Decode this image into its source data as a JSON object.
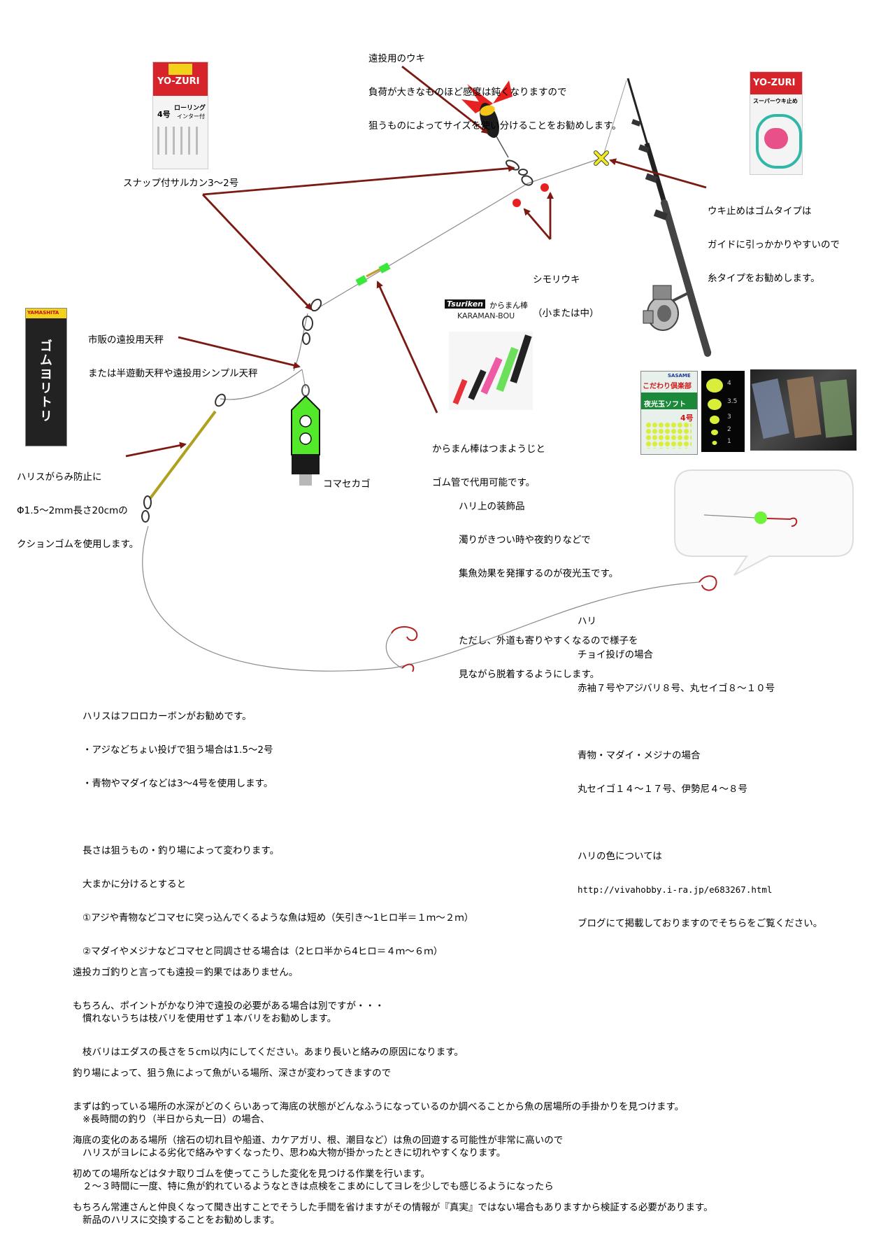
{
  "float_note": {
    "lines": [
      "遠投用のウキ",
      "負荷が大きなものほど感度は鈍くなりますので",
      "狙うものによってサイズを使い分けることをお勧めします。"
    ]
  },
  "snap_swivel": {
    "label": "スナップ付サルカン3～2号"
  },
  "ukidome_note": {
    "lines": [
      "ウキ止めはゴムタイプは",
      "ガイドに引っかかりやすいので",
      "糸タイプをお勧めします。"
    ]
  },
  "shimori": {
    "lines": [
      "シモリウキ",
      "（小または中）"
    ]
  },
  "tenbin_note": {
    "lines": [
      "市販の遠投用天秤",
      "または半遊動天秤や遠投用シンプル天秤"
    ]
  },
  "karaman_note": {
    "lines": [
      "からまん棒はつまようじと",
      "ゴム管で代用可能です。"
    ]
  },
  "cushion_note": {
    "lines": [
      "ハリスがらみ防止に",
      "Φ1.5～2mm長さ20cmの",
      "クションゴムを使用します。"
    ]
  },
  "komase": {
    "label": "コマセカゴ"
  },
  "deco_note": {
    "lines": [
      "ハリ上の装飾品",
      "濁りがきつい時や夜釣りなどで",
      "集魚効果を発揮するのが夜光玉です。",
      "",
      "ただし、外道も寄りやすくなるので様子を",
      "見ながら脱着するようにします。"
    ]
  },
  "hook_note": {
    "lines_a": [
      "ハリ",
      "チョイ投げの場合",
      "赤袖７号やアジバリ８号、丸セイゴ８～１０号",
      "",
      "青物・マダイ・メジナの場合",
      "丸セイゴ１４～１７号、伊勢尼４～８号",
      "",
      "ハリの色については"
    ],
    "url": "http://vivahobby.i-ra.jp/e683267.html",
    "line_b": "ブログにて掲載しておりますのでそちらをご覧ください。"
  },
  "harisu_note": {
    "lines": [
      "ハリスはフロロカーボンがお勧めです。",
      "・アジなどちょい投げで狙う場合は1.5～2号",
      "・青物やマダイなどは3～4号を使用します。",
      "",
      "長さは狙うもの・釣り場によって変わります。",
      "大まかに分けるとすると",
      "①アジや青物などコマセに突っ込んでくるような魚は短め（矢引き～1ヒロ半＝１ｍ～２ｍ）",
      "②マダイやメジナなどコマセと同調させる場合は（2ヒロ半から4ヒロ＝４ｍ～６ｍ）",
      "",
      "慣れないうちは枝バリを使用せず１本バリをお勧めします。",
      "枝バリはエダスの長さを５cm以内にしてください。あまり長いと絡みの原因になります。",
      "",
      "※長時間の釣り（半日から丸一日）の場合、",
      "ハリスがヨレによる劣化で絡みやすくなったり、思わぬ大物が掛かったときに切れやすくなります。",
      "２～３時間に一度、特に魚が釣れているようなときは点検をこまめにしてヨレを少しでも感じるようになったら",
      "新品のハリスに交換することをお勧めします。"
    ]
  },
  "bottom_note": {
    "lines": [
      "遠投カゴ釣りと言っても遠投＝釣果ではありません。",
      "もちろん、ポイントがかなり沖で遠投の必要がある場合は別ですが・・・",
      "",
      "釣り場によって、狙う魚によって魚がいる場所、深さが変わってきますので",
      "まずは釣っている場所の水深がどのくらいあって海底の状態がどんなふうになっているのか調べることから魚の居場所の手掛かりを見つけます。",
      "海底の変化のある場所（捨石の切れ目や船道、カケアガリ、根、潮目など）は魚の回遊する可能性が非常に高いので",
      "初めての場所などはタナ取りゴムを使ってこうした変化を見つける作業を行います。",
      "もちろん常連さんと仲良くなって聞き出すことでそうした手間を省けますがその情報が『真実』ではない場合もありますから検証する必要があります。"
    ]
  },
  "packages": {
    "yozuri_swivel": {
      "brand": "YO-ZURI",
      "size": "4号",
      "product": "ローリング",
      "sub": "インター付"
    },
    "yozuri_ukidome": {
      "brand": "YO-ZURI",
      "product": "スーパーウキ止め"
    },
    "yamashita": {
      "brand": "YAMASHITA",
      "product": "ゴムヨリトリ"
    },
    "karaman": {
      "brand": "Tsuriken",
      "name_jp": "からまん棒",
      "name_en": "KARAMAN-BOU"
    },
    "sasame": {
      "brand": "SASAME",
      "club": "こだわり倶楽部",
      "product": "夜光玉ソフト",
      "size": "4号"
    },
    "bead_sizes": [
      "4",
      "3.5",
      "3",
      "2",
      "1"
    ]
  },
  "colors": {
    "arrow": "#7b1a12",
    "line": "#8a8a8a",
    "bead": "#e8201f",
    "karaman": "#39e83a",
    "basket": "#54e82a",
    "glow": "#6ff23c"
  }
}
